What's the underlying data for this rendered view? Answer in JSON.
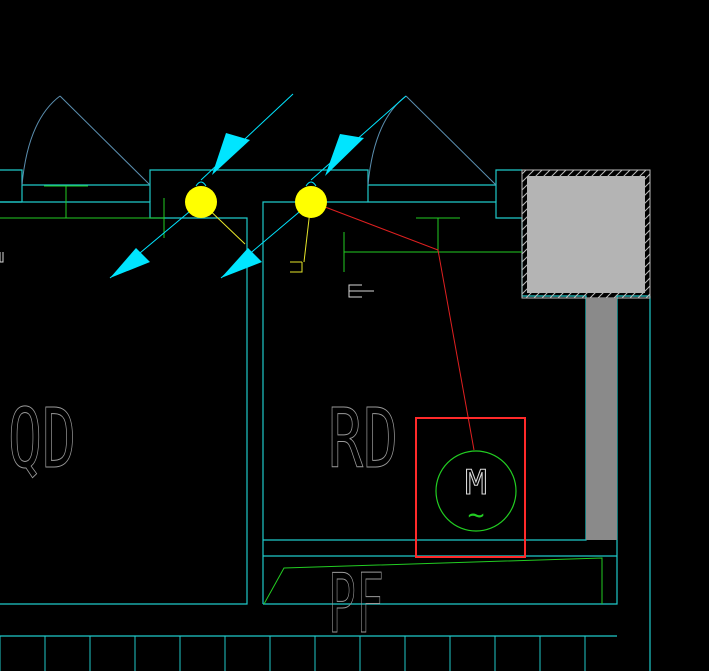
{
  "colors": {
    "background": "#000000",
    "wall": "#1fc9c9",
    "door_arc": "#5b8fb0",
    "wire_green": "#22cc22",
    "wire_red": "#e02020",
    "wire_yellow": "#e6e62a",
    "device_yellow": "#ffff00",
    "arrow": "#00e5ff",
    "motor_circle": "#22cc22",
    "motor_text": "#d8d8d8",
    "label_gray": "#9a9a9a",
    "selection_box": "#ff2a2a",
    "equipment_fill": "#b4b4b4",
    "duct_fill": "#8a8a8a"
  },
  "rooms": {
    "left": {
      "label": "QD"
    },
    "middle": {
      "label": "RD"
    },
    "bottom": {
      "label": "PF"
    }
  },
  "motor": {
    "label": "M",
    "symbol": "~"
  },
  "icons": {
    "device_left": "sensor-dot-icon",
    "device_right": "sensor-dot-icon",
    "arrow": "cyan-arrow-icon",
    "motor": "motor-icon"
  }
}
